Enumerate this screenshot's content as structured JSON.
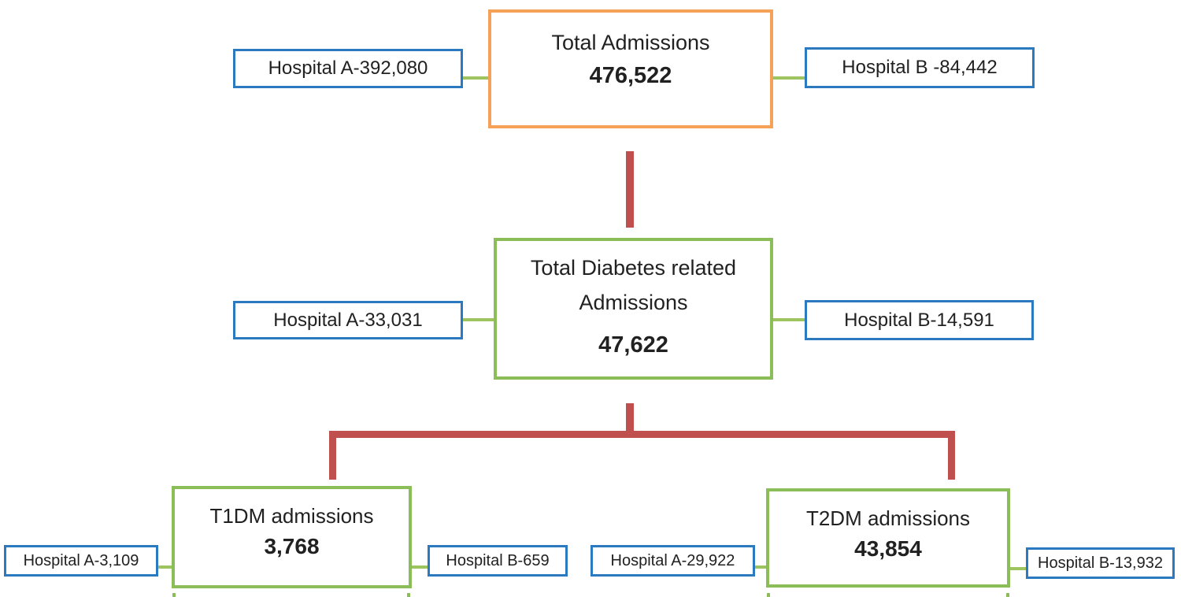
{
  "palette": {
    "root_border_orange": "#F5A158",
    "main_border_green": "#8BBD59",
    "side_border_blue": "#2B79BF",
    "tree_connector_red": "#C0504D",
    "side_connector_green": "#9DC45E",
    "text": "#212121",
    "background": "#FFFFFF"
  },
  "nodes": {
    "total": {
      "title": "Total Admissions",
      "value": "476,522",
      "left_detail": "Hospital A-392,080",
      "right_detail": "Hospital B -84,442"
    },
    "diabetes": {
      "title_line1": "Total Diabetes related",
      "title_line2": "Admissions",
      "value": "47,622",
      "left_detail": "Hospital A-33,031",
      "right_detail": "Hospital B-14,591"
    },
    "t1dm": {
      "title": "T1DM admissions",
      "value": "3,768",
      "left_detail": "Hospital A-3,109",
      "right_detail": "Hospital B-659"
    },
    "t2dm": {
      "title": "T2DM admissions",
      "value": "43,854",
      "left_detail": "Hospital A-29,922",
      "right_detail": "Hospital B-13,932"
    }
  }
}
